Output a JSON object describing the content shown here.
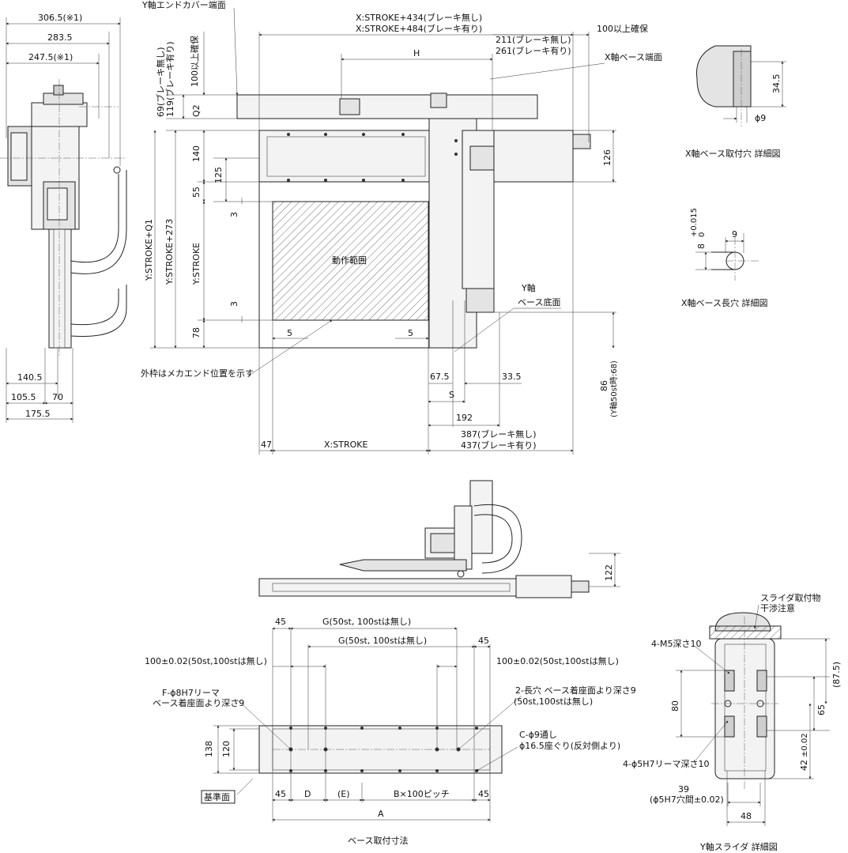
{
  "labels": {
    "l_306": "306.5(※1)",
    "l_283": "283.5",
    "l_247": "247.5(※1)",
    "l_1405": "140.5",
    "l_1055": "105.5",
    "l_70": "70",
    "l_1755": "175.5",
    "y_end_cover": "Y軸エンドカバー端面",
    "x_stroke_434": "X:STROKE+434(ブレーキ無し)",
    "x_stroke_484": "X:STROKE+484(ブレーキ有り)",
    "h": "H",
    "l_211": "211(ブレーキ無し)",
    "l_261": "261(ブレーキ有り)",
    "ensure_100": "100以上確保",
    "x_base_end": "X軸ベース端面",
    "ensure_100_v": "100以上確保",
    "l_69": "69(ブレーキ無し)",
    "l_119": "119(ブレーキ有り)",
    "q2": "Q2",
    "l_140": "140",
    "l_125": "125",
    "l_55": "55",
    "l_3a": "3",
    "l_3b": "3",
    "l_78": "78",
    "y_stroke_q1": "Y:STROKE+Q1",
    "y_stroke_273": "Y:STROKE+273",
    "y_stroke": "Y:STROKE",
    "op_range": "動作範囲",
    "l_5a": "5",
    "l_5b": "5",
    "l_126": "126",
    "y_axis": "Y軸",
    "base_bottom": "ベース底面",
    "outer_frame": "外枠はメカエンド位置を示す",
    "l_675": "67.5",
    "l_335": "33.5",
    "s": "S",
    "l_192": "192",
    "l_86": "86",
    "l_86_note": "(Y軸50st時:68)",
    "l_47": "47",
    "x_stroke": "X:STROKE",
    "l_387": "387(ブレーキ無し)",
    "l_437": "437(ブレーキ有り)",
    "l_345": "34.5",
    "phi9": "ϕ9",
    "x_base_hole": "X軸ベース取付穴 詳細図",
    "tol_015": "+0.015",
    "tol_0": "0",
    "l_8": "8",
    "l_9": "9",
    "x_base_slot": "X軸ベース長穴 詳細図",
    "l_122": "122",
    "l_45a": "45",
    "g_top": "G(50st, 100stは無し)",
    "g_mid": "G(50st, 100stは無し)",
    "l_45b": "45",
    "tol100_l": "100±0.02(50st,100stは無し)",
    "tol100_r": "100±0.02(50st,100stは無し)",
    "f_reamer": "F-ϕ8H7リーマ",
    "f_depth": "ベース着座面より深さ9",
    "slot_2": "2-長穴 ベース着座面より深さ9",
    "slot_2_note": "(50st,100stは無し)",
    "c_through": "C-ϕ9通し",
    "c_counter": "ϕ16.5座ぐり(反対側より)",
    "l_138": "138",
    "l_120": "120",
    "ref_face": "基準面",
    "l_45c": "45",
    "d": "D",
    "e": "(E)",
    "b_pitch": "B×100ピッチ",
    "l_45d": "45",
    "a": "A",
    "base_mount": "ベース取付寸法",
    "slider_attach": "スライダ取付物",
    "interference": "干渉注意",
    "m5": "4-M5深さ10",
    "l_875": "(87.5)",
    "l_80": "80",
    "l_65": "65",
    "l_42": "42",
    "l_42tol": "±0.02",
    "h7": "4-ϕ5H7リーマ深さ10",
    "l_39": "39",
    "l_39note": "(ϕ5H7穴間±0.02)",
    "l_48": "48",
    "y_slider": "Y軸スライダ 詳細図"
  }
}
